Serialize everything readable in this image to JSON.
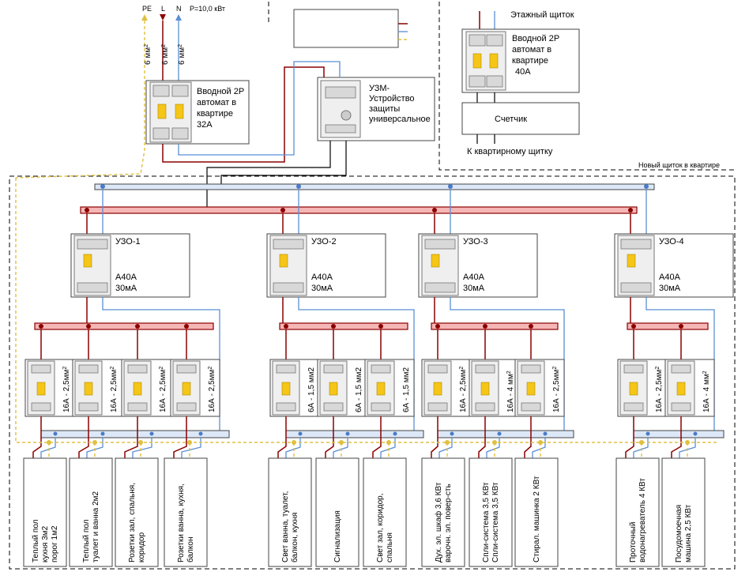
{
  "supply": {
    "pe": "PE",
    "l": "L",
    "n": "N",
    "power": "P=10,0 кВт",
    "wire": "6 мм",
    "wire_sup": "2"
  },
  "main_breaker": {
    "lines": [
      "Вводной 2Р",
      "автомат в",
      "квартире",
      "32А"
    ]
  },
  "uzm": {
    "lines": [
      "УЗМ-",
      "Устройство",
      "защиты",
      "универсальное"
    ]
  },
  "floor_panel": {
    "title": "Этажный щиток",
    "breaker_lines": [
      "Вводной 2Р",
      "автомат в",
      "квартире",
      "40А"
    ],
    "meter": "Счетчик",
    "to_panel": "К квартирному щитку"
  },
  "new_panel": "Новый щиток в квартире",
  "rcds": [
    {
      "name": "УЗО-1",
      "rating": "А40А",
      "current": "30мА"
    },
    {
      "name": "УЗО-2",
      "rating": "А40А",
      "current": "30мА"
    },
    {
      "name": "УЗО-3",
      "rating": "А40А",
      "current": "30мА"
    },
    {
      "name": "УЗО-4",
      "rating": "А40А",
      "current": "30мА"
    }
  ],
  "breakers": [
    {
      "label": "16А - 2,5мм",
      "sup": "2"
    },
    {
      "label": "16А - 2,5мм",
      "sup": "2"
    },
    {
      "label": "16А - 2,5мм",
      "sup": "2"
    },
    {
      "label": "16А - 2,5мм",
      "sup": "2"
    },
    {
      "label": "6А - 1,5 мм2",
      "sup": ""
    },
    {
      "label": "6А - 1,5 мм2",
      "sup": ""
    },
    {
      "label": "6А - 1,5 мм2",
      "sup": ""
    },
    {
      "label": "16А - 2,5мм",
      "sup": "2"
    },
    {
      "label": "16А - 4 мм",
      "sup": "2"
    },
    {
      "label": "16А - 2,5мм",
      "sup": "2"
    },
    {
      "label": "16А - 2,5мм",
      "sup": "2"
    },
    {
      "label": "16А - 4 мм",
      "sup": "2"
    }
  ],
  "loads": [
    [
      "Теплый пол",
      "кухня 3м2",
      "порог 1м2"
    ],
    [
      "Теплый пол",
      "туалет и ванна 2м2"
    ],
    [
      "Розетки зал, спальня,",
      "коридор"
    ],
    [
      "Розетки ванна, кухня,",
      "балкон"
    ],
    [
      "Свет ванна, туалет,",
      "балкон, кухня"
    ],
    [
      "Сигнализация"
    ],
    [
      "Свет зал, коридор,",
      "спальня"
    ],
    [
      "Дух. эл. шкаф 3,6 КВт",
      "варочн. эл. повер-сть"
    ],
    [
      "Спли-система 3,5 КВт",
      "Спли-система 3,5 КВт"
    ],
    [
      "Стирал. машинка 2 КВт"
    ],
    [
      "Проточный",
      "водонагреватель 4 КВт"
    ],
    [
      "Посудомоечная",
      "машина 2,5 КВт"
    ]
  ]
}
